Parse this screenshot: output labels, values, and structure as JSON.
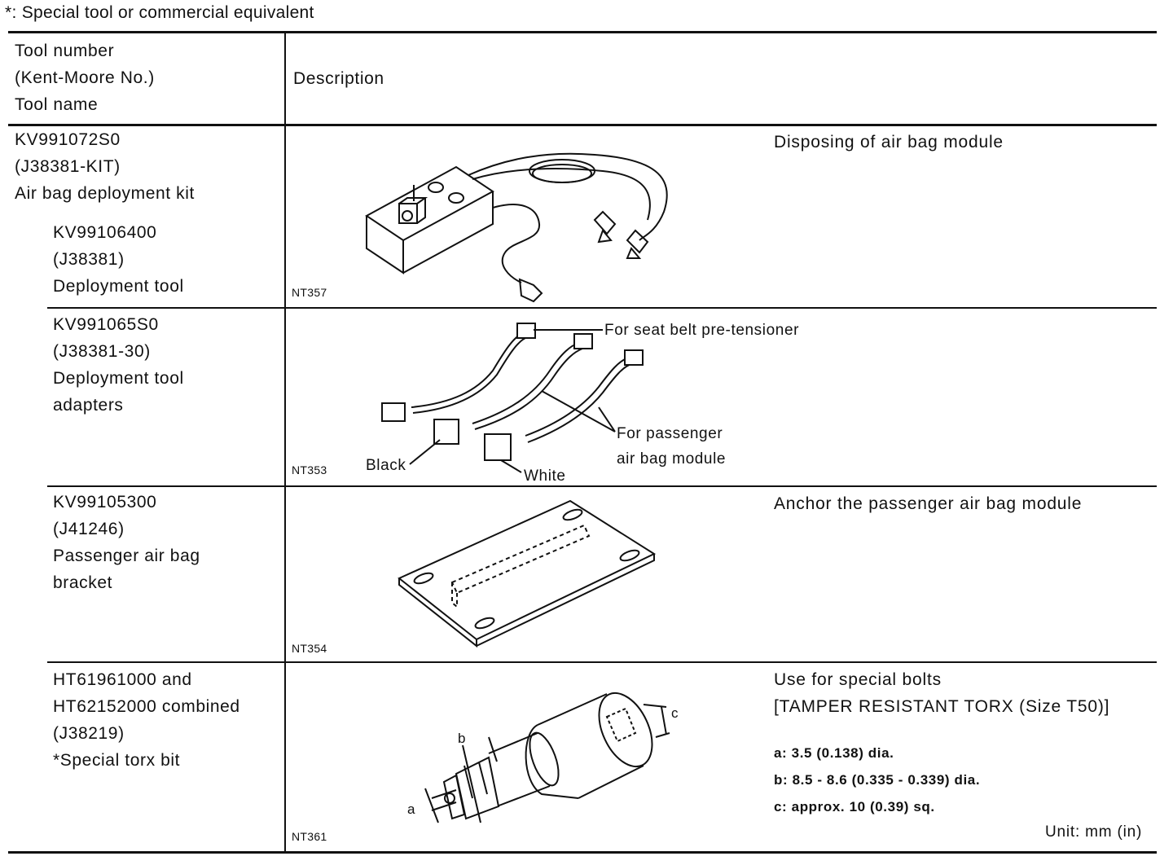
{
  "note": "*: Special tool or commercial equivalent",
  "header": {
    "col1": [
      "Tool number",
      "(Kent-Moore No.)",
      "Tool name"
    ],
    "col2": "Description"
  },
  "rows": [
    {
      "lines_main": [
        "KV991072S0",
        "(J38381-KIT)",
        "Air bag deployment kit"
      ],
      "lines_sub": [
        "KV99106400",
        "(J38381)",
        "Deployment tool"
      ],
      "figure_code": "NT357",
      "description": "Disposing of air bag module"
    },
    {
      "lines": [
        "KV991065S0",
        "(J38381-30)",
        "Deployment tool",
        "adapters"
      ],
      "figure_code": "NT353",
      "callouts": {
        "seat_belt": "For seat belt pre-tensioner",
        "passenger_1": "For passenger",
        "passenger_2": "air bag module",
        "black": "Black",
        "white": "White"
      }
    },
    {
      "lines": [
        "KV99105300",
        "(J41246)",
        "Passenger air bag",
        "bracket"
      ],
      "figure_code": "NT354",
      "description": "Anchor the passenger air bag module"
    },
    {
      "lines": [
        "HT61961000 and",
        "HT62152000 combined",
        "(J38219)",
        "*Special torx bit"
      ],
      "figure_code": "NT361",
      "description_1": "Use for special bolts",
      "description_2": "[TAMPER RESISTANT TORX (Size T50)]",
      "specs": [
        "a: 3.5 (0.138) dia.",
        "b: 8.5 - 8.6 (0.335 - 0.339) dia.",
        "c: approx. 10 (0.39) sq."
      ],
      "labels": {
        "a": "a",
        "b": "b",
        "c": "c"
      },
      "unit": "Unit: mm (in)"
    }
  ]
}
